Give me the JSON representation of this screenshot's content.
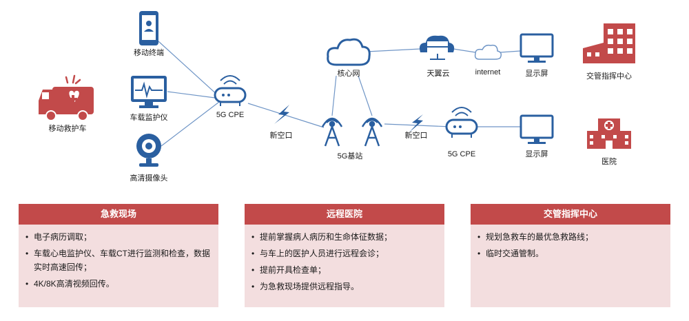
{
  "colors": {
    "accent": "#c24a4a",
    "icon_blue": "#2a5fa0",
    "line_blue": "#6f95c6",
    "panel_bg": "#f3dedf"
  },
  "nodes": {
    "ambulance": "移动救护车",
    "mobile_terminal": "移动终端",
    "monitor": "车载监护仪",
    "camera": "高清摄像头",
    "cpe_left": "5G CPE",
    "air_left": "新空口",
    "core_net": "核心网",
    "base_station": "5G基站",
    "tianyi_cloud": "天翼云",
    "internet": "internet",
    "display_top": "显示屏",
    "traffic_center": "交管指挥中心",
    "air_right": "新空口",
    "cpe_right": "5G CPE",
    "display_bottom": "显示屏",
    "hospital": "医院"
  },
  "panels": [
    {
      "title": "急救现场",
      "items": [
        "电子病历调取；",
        "车载心电监护仪、车载CT进行监测和检查，数据实时高速回传；",
        "4K/8K高清视频回传。"
      ]
    },
    {
      "title": "远程医院",
      "items": [
        "提前掌握病人病历和生命体征数据；",
        "与车上的医护人员进行远程会诊；",
        "提前开具检查单；",
        "为急救现场提供远程指导。"
      ]
    },
    {
      "title": "交管指挥中心",
      "items": [
        "规划急救车的最优急救路线；",
        "临时交通管制。"
      ]
    }
  ]
}
